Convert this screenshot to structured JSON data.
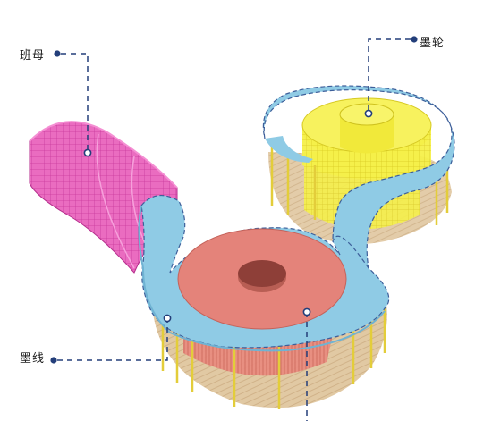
{
  "callouts": {
    "banmu": "班母",
    "molun": "墨轮",
    "moxian": "墨线"
  },
  "colors": {
    "blue": "#8fcbe5",
    "yellow": "#f3ee3c",
    "salmon": "#e4837a",
    "magenta": "#e65cb6",
    "wood": "#d9b889",
    "dash": "#233e7a",
    "column": "#e3cd3a"
  }
}
